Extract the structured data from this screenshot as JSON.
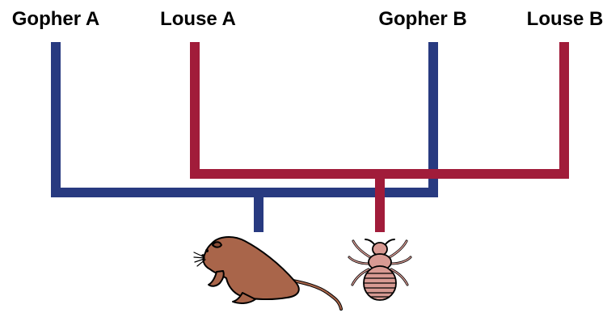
{
  "labels": {
    "gopher_a": "Gopher A",
    "louse_a": "Louse A",
    "gopher_b": "Gopher B",
    "louse_b": "Louse B"
  },
  "colors": {
    "gopher_tree": "#283a80",
    "louse_tree": "#a11c3a",
    "gopher_body": "#a9654a",
    "louse_body": "#d89a93",
    "outline": "#000000"
  },
  "icons": {
    "gopher": "gopher-icon",
    "louse": "louse-icon"
  }
}
